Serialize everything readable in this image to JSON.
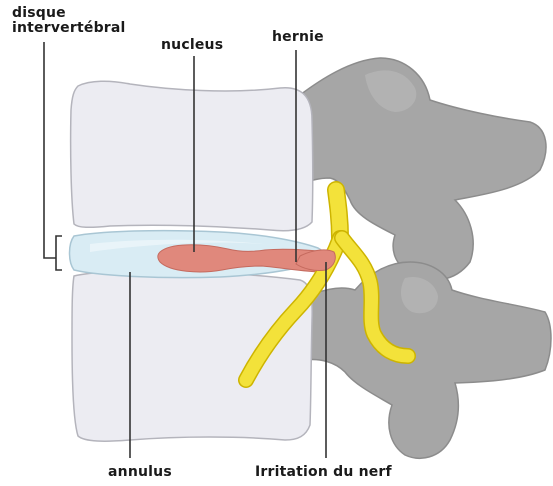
{
  "labels": {
    "disque_line1": "disque",
    "disque_line2": "intervertébral",
    "nucleus": "nucleus",
    "hernie": "hernie",
    "annulus": "annulus",
    "irritation": "Irritation du nerf"
  },
  "colors": {
    "vertebra_body": "#ececf2",
    "vertebra_outline": "#b4b4bc",
    "disc_fill": "#d9ecf4",
    "nucleus_fill": "#e0887c",
    "posterior_bone": "#a6a6a6",
    "posterior_outline": "#8c8c8c",
    "nerve_fill": "#f3e23a",
    "nerve_outline": "#cdb400",
    "leader_line": "#333333"
  }
}
